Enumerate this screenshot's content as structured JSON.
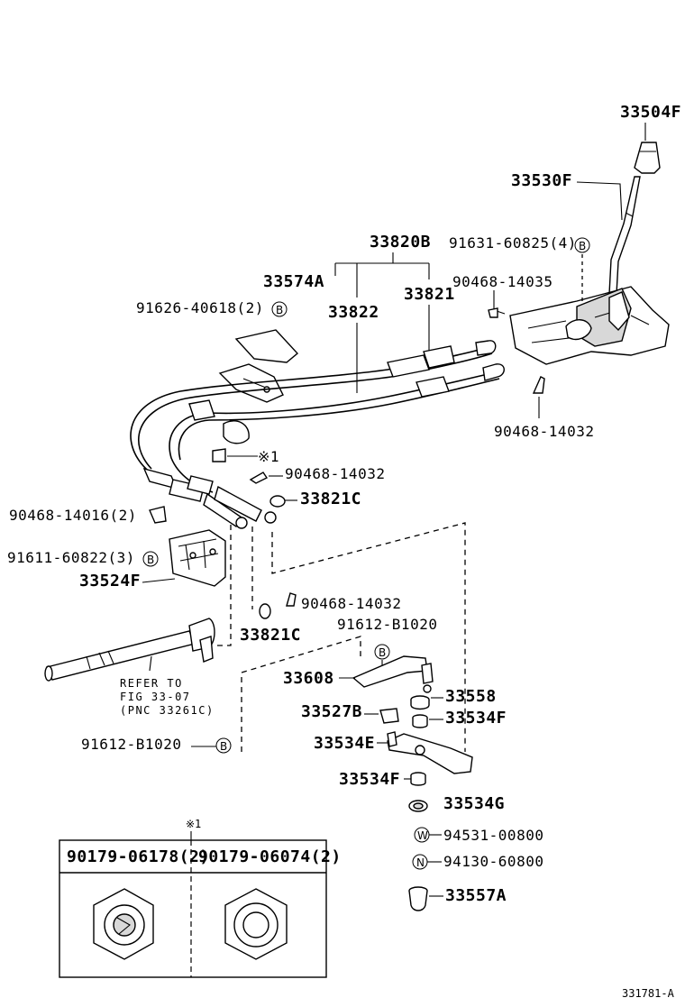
{
  "labels": {
    "p33504F": "33504F",
    "p33530F": "33530F",
    "p33820B": "33820B",
    "p91631": "91631-60825(4)",
    "p33574A": "33574A",
    "p90468_14035": "90468-14035",
    "p33821": "33821",
    "p91626": "91626-40618(2)",
    "p33822": "33822",
    "p90468_14032_a": "90468-14032",
    "p_asterisk1_a": "※1",
    "p90468_14032_b": "90468-14032",
    "p33821C_a": "33821C",
    "p90468_14016": "90468-14016(2)",
    "p91611": "91611-60822(3)",
    "p33524F": "33524F",
    "p90468_14032_c": "90468-14032",
    "p33821C_b": "33821C",
    "p91612_a": "91612-B1020",
    "p33608": "33608",
    "p33558": "33558",
    "p33527B": "33527B",
    "p33534F_a": "33534F",
    "p91612_b": "91612-B1020",
    "p33534E": "33534E",
    "p33534F_b": "33534F",
    "p33534G": "33534G",
    "p94531": "94531-00800",
    "p94130": "94130-60800",
    "p33557A": "33557A",
    "p_asterisk1_b": "※1"
  },
  "refer": {
    "line1": "REFER TO",
    "line2": "FIG 33-07",
    "line3": "(PNC 33261C)"
  },
  "markers": {
    "b": "B",
    "w": "W",
    "n": "N"
  },
  "table": {
    "col1": "90179-06178(2)",
    "col2": "90179-06074(2)"
  },
  "footer": {
    "code": "331781-A"
  }
}
